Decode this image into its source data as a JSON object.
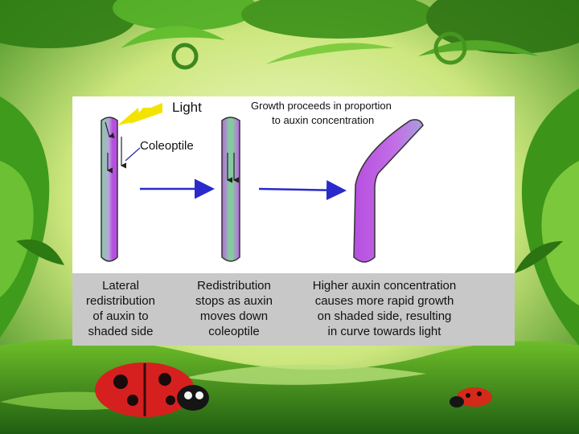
{
  "diagram": {
    "labels": {
      "light": "Light",
      "coleoptile": "Coleoptile",
      "growth_note_line1": "Growth proceeds in proportion",
      "growth_note_line2": "to auxin concentration"
    },
    "captions": {
      "stage1": [
        "Lateral",
        "redistribution",
        "of auxin to",
        "shaded side"
      ],
      "stage2": [
        "Redistribution",
        "stops as auxin",
        "moves down",
        "coleoptile"
      ],
      "stage3": [
        "Higher auxin concentration",
        "causes more rapid growth",
        "on shaded side, resulting",
        "in curve towards light"
      ]
    },
    "colors": {
      "auxin": "#b64fe0",
      "coleoptile_green": "#86c9a0",
      "arrow_blue": "#2a2acc",
      "light_yellow": "#f2e400"
    }
  }
}
